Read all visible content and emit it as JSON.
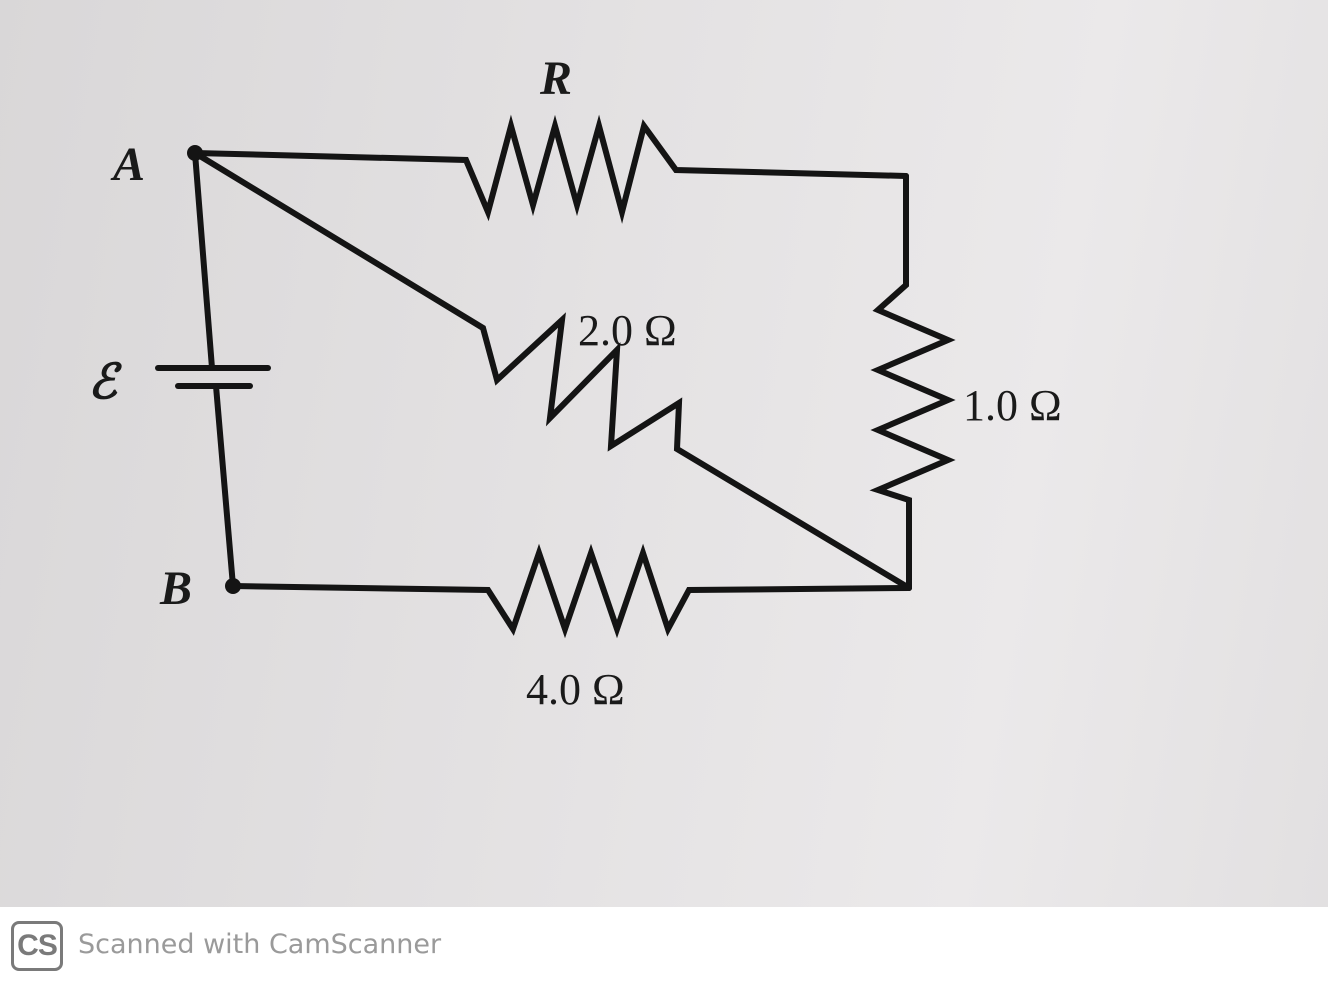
{
  "diagram": {
    "labels": {
      "node_a": "A",
      "node_b": "B",
      "emf": "ℰ",
      "resistor_r": "R",
      "resistor_diag": "2.0 Ω",
      "resistor_right": "1.0 Ω",
      "resistor_bottom": "4.0 Ω"
    }
  },
  "footer": {
    "logo": "CS",
    "text": "Scanned with CamScanner"
  },
  "colors": {
    "ink": "#141414",
    "background": "#e4e2e3",
    "watermark": "#7a7a7a"
  }
}
